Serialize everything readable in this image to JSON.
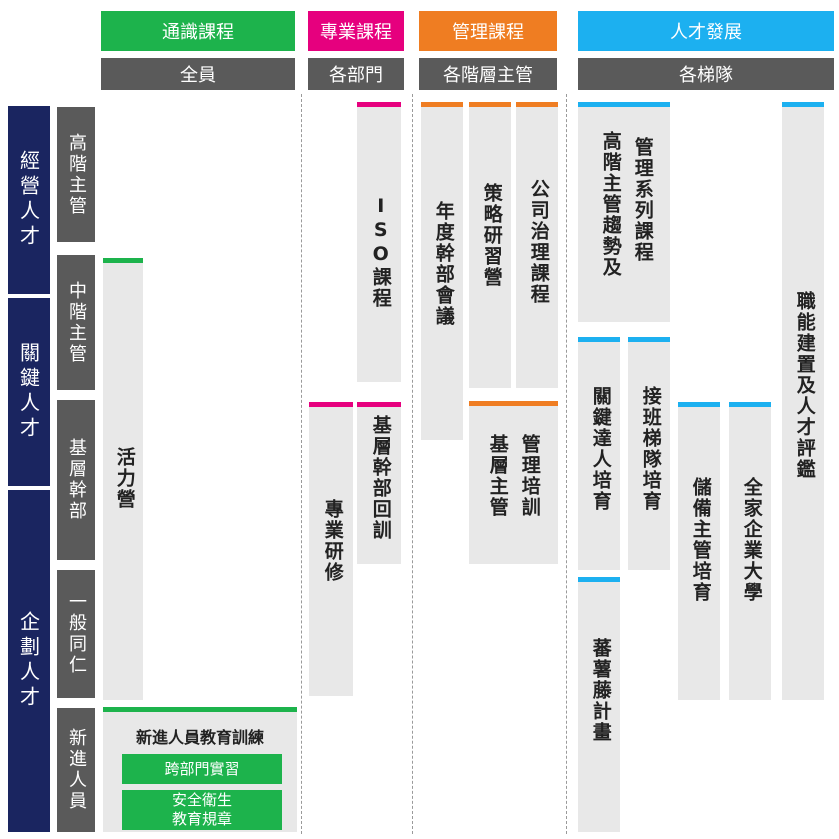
{
  "headers": {
    "general": {
      "title": "通識課程",
      "audience": "全員",
      "color": "#1db34c"
    },
    "professional": {
      "title": "專業課程",
      "audience": "各部門",
      "color": "#e6007e"
    },
    "management": {
      "title": "管理課程",
      "audience": "各階層主管",
      "color": "#ef7d22"
    },
    "talent": {
      "title": "人才發展",
      "audience": "各梯隊",
      "color": "#1cb0f0"
    }
  },
  "levels": [
    "經營人才",
    "關鍵人才",
    "企劃人才"
  ],
  "roles": [
    "高階主管",
    "中階主管",
    "基層幹部",
    "一般同仁",
    "新進人員"
  ],
  "courses": {
    "vitality_camp": "活力營",
    "new_hire_title": "新進人員教育訓練",
    "new_hire_items": [
      "跨部門實習",
      "安全衛生\n教育規章"
    ],
    "iso": "ISO課程",
    "pro_training": "專業研修",
    "grassroots_training": "基層幹部回訓",
    "annual_meeting": "年度幹部會議",
    "strategy_camp": "策略研習營",
    "governance": "公司治理課程",
    "grassroots_mgmt": [
      "基層主管",
      "管理培訓"
    ],
    "exec_series": [
      "高階主管趨勢及",
      "管理系列課程"
    ],
    "key_talent": "關鍵達人培育",
    "succession": "接班梯隊培育",
    "seedling": "蕃薯藤計畫",
    "reserve_mgr": "儲備主管培育",
    "corp_univ": "全家企業大學",
    "competency": "職能建置及人才評鑑"
  }
}
